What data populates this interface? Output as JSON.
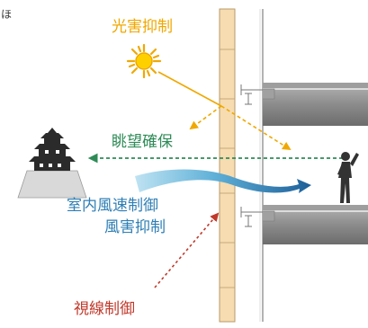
{
  "labels": {
    "light": "光害抑制",
    "view": "眺望確保",
    "wind_speed": "室内風速制御",
    "wind_damage": "風害抑制",
    "sight": "視線制御",
    "corner": "ほ"
  },
  "colors": {
    "light": "#f0a800",
    "view": "#2e8b57",
    "wind": "#2f7fb5",
    "sight": "#c0392b",
    "louver": "#f6dcb0",
    "louver_stroke": "#b89a6a",
    "slab": "#8a8a8a",
    "figure": "#333333"
  },
  "icons": {
    "sun": "sun-icon",
    "castle": "castle-icon",
    "person": "person-icon"
  }
}
